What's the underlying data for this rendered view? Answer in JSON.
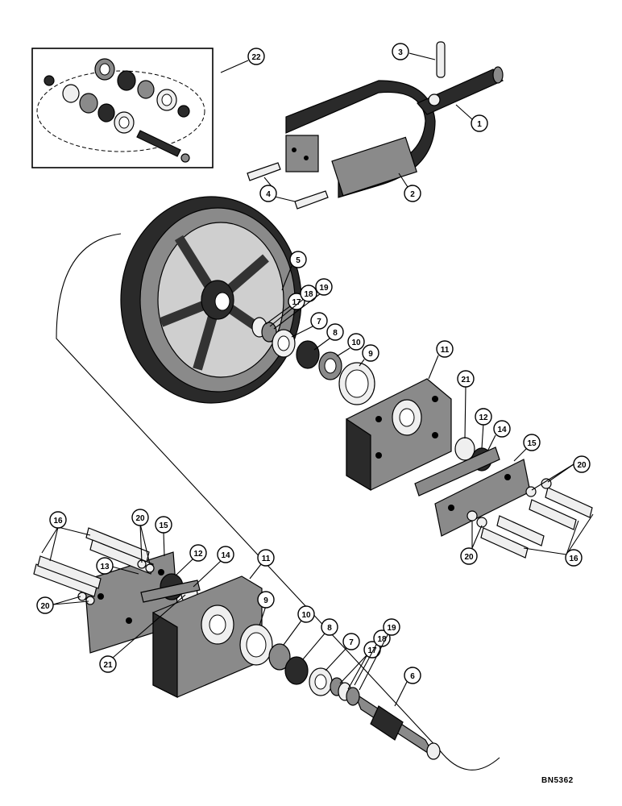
{
  "diagram": {
    "reference_code": "BN5362",
    "callouts": {
      "c1": "1",
      "c2": "2",
      "c3": "3",
      "c4": "4",
      "c5": "5",
      "c6": "6",
      "c7": "7",
      "c8": "8",
      "c9": "9",
      "c10": "10",
      "c11": "11",
      "c12": "12",
      "c13": "13",
      "c14": "14",
      "c15": "15",
      "c16": "16",
      "c17": "17",
      "c18": "18",
      "c19": "19",
      "c20": "20",
      "c21": "21",
      "c22": "22"
    }
  }
}
